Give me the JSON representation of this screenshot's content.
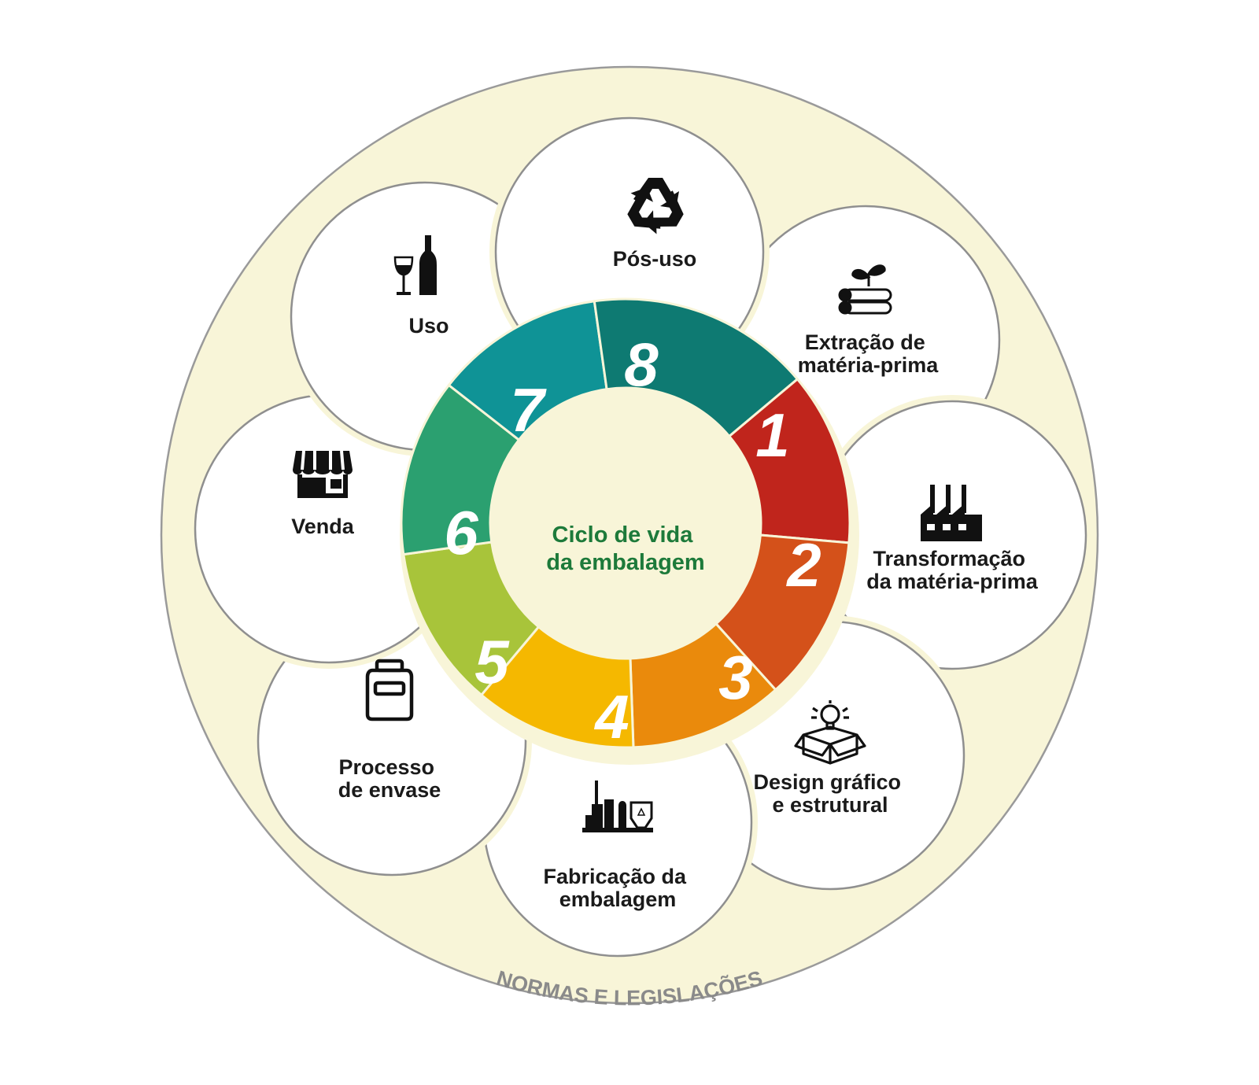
{
  "diagram": {
    "center_label": {
      "line1": "Ciclo de vida",
      "line2": "da embalagem",
      "color": "#1d7a3a"
    },
    "outer_ring_label": "NORMAS E LEGISLAÇÕES",
    "colors": {
      "outer_ring_fill": "#f8f5d8",
      "outer_ring_stroke": "#9a9a9a",
      "outer_label": "#8a8a8a",
      "circle_stroke": "#8f8f8f",
      "icon": "#111111"
    },
    "stages": [
      {
        "number": "1",
        "color": "#c0251c",
        "line1": "Extração de",
        "line2": "matéria-prima",
        "icon": "seedling-logs-icon"
      },
      {
        "number": "2",
        "color": "#d4511a",
        "line1": "Transformação",
        "line2": "da matéria-prima",
        "icon": "factory-icon"
      },
      {
        "number": "3",
        "color": "#ea8a0c",
        "line1": "Design gráfico",
        "line2": "e estrutural",
        "icon": "idea-box-icon"
      },
      {
        "number": "4",
        "color": "#f5b800",
        "line1": "Fabricação da",
        "line2": "embalagem",
        "icon": "industrial-plant-icon"
      },
      {
        "number": "5",
        "color": "#a8c43a",
        "line1": "Processo",
        "line2": "de envase",
        "icon": "jar-icon"
      },
      {
        "number": "6",
        "color": "#2ba070",
        "line1": "Venda",
        "line2": "",
        "icon": "store-icon"
      },
      {
        "number": "7",
        "color": "#0f9396",
        "line1": "Uso",
        "line2": "",
        "icon": "wine-icon"
      },
      {
        "number": "8",
        "color": "#0e7a72",
        "line1": "Pós-uso",
        "line2": "",
        "icon": "recycle-icon"
      }
    ]
  }
}
